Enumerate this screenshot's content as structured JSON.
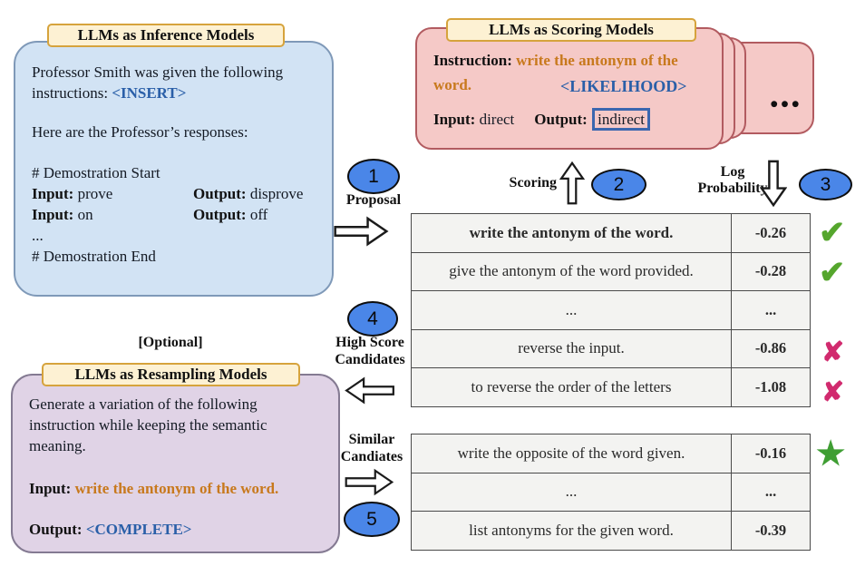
{
  "colors": {
    "accent_orange": "#c8791d",
    "accent_blue": "#2a5fa8",
    "score_green": "#2f9e3f",
    "score_red": "#a32929",
    "check_green": "#55a62d",
    "cross_magenta": "#d12a6e",
    "star_green": "#3f9e33",
    "oval_blue": "#4a86e8",
    "inference_fill": "#d2e3f4",
    "scoring_fill": "#f5c9c7",
    "resampling_fill": "#e0d3e6",
    "badge_fill": "#fdf1d3"
  },
  "inference": {
    "title": "LLMs as Inference Models",
    "intro": "Professor Smith was given the following instructions: ",
    "insert_tag": "<INSERT>",
    "responses_heading": "Here are the Professor’s responses:",
    "demo_start": "# Demostration Start",
    "demos": [
      {
        "input_label": "Input:",
        "input_value": "prove",
        "output_label": "Output:",
        "output_value": "disprove"
      },
      {
        "input_label": "Input:",
        "input_value": "on",
        "output_label": "Output:",
        "output_value": "off"
      }
    ],
    "ellipsis": "...",
    "demo_end": "# Demostration End"
  },
  "scoring": {
    "title": "LLMs as Scoring Models",
    "instruction_label": "Instruction:",
    "instruction_part1": "write the antonym of the",
    "instruction_part2": "word.",
    "likelihood_tag": "<LIKELIHOOD>",
    "input_label": "Input:",
    "input_value": "direct",
    "output_label": "Output:",
    "output_value": "indirect",
    "stack_dots": "•••"
  },
  "flow": {
    "step1": "1",
    "proposal": "Proposal",
    "step2": "2",
    "scoring_label": "Scoring",
    "step3": "3",
    "log_line1": "Log",
    "log_line2": "Probability",
    "step4": "4",
    "high_score_line1": "High Score",
    "high_score_line2": "Candidates",
    "step5": "5",
    "similar_line1": "Similar",
    "similar_line2": "Candiates"
  },
  "optional_label": "[Optional]",
  "resampling": {
    "title": "LLMs as Resampling Models",
    "body": "Generate a variation of the following instruction while keeping the semantic meaning.",
    "input_label": "Input:",
    "input_value": "write the antonym of the word.",
    "output_label": "Output:",
    "output_value": "<COMPLETE>"
  },
  "score_table": {
    "rows": [
      {
        "text": "write the antonym of the word.",
        "score": "-0.26",
        "mark": "check"
      },
      {
        "text": "give the antonym of the word provided.",
        "score": "-0.28",
        "mark": "check"
      },
      {
        "text": "...",
        "score": "...",
        "mark": "none"
      },
      {
        "text": "reverse the input.",
        "score": "-0.86",
        "mark": "cross"
      },
      {
        "text": "to reverse the order of the letters",
        "score": "-1.08",
        "mark": "cross"
      }
    ]
  },
  "similar_table": {
    "rows": [
      {
        "text": "write the opposite of the word given.",
        "score": "-0.16",
        "mark": "star"
      },
      {
        "text": "...",
        "score": "...",
        "mark": "none"
      },
      {
        "text": "list antonyms for the given word.",
        "score": "-0.39",
        "mark": "none"
      }
    ]
  },
  "marks": {
    "check": "✔",
    "cross": "✘",
    "star": "★"
  }
}
